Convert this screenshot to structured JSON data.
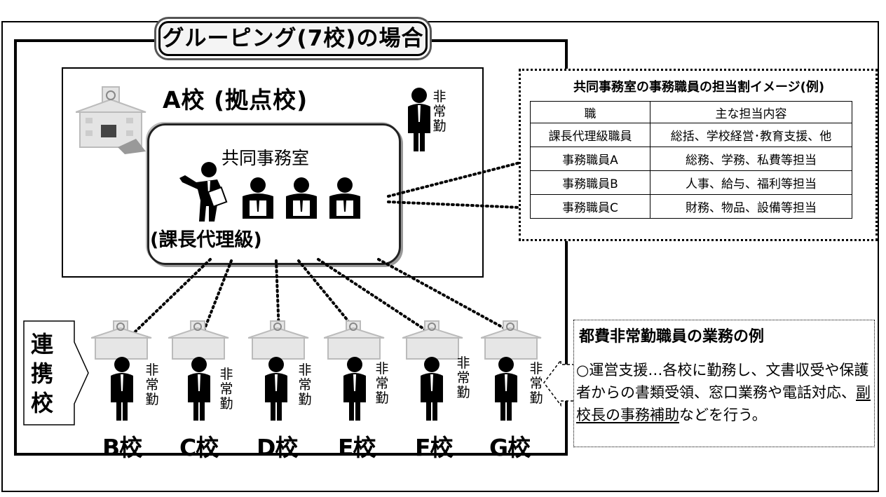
{
  "title": "グルーピング(7校)の場合",
  "hub": {
    "name": "A校",
    "role": "(拠点校)",
    "office_title": "共同事務室",
    "office_rank": "(課長代理級)",
    "part_time_label": "非常勤"
  },
  "role_table": {
    "caption": "共同事務室の事務職員の担当割イメージ(例)",
    "headers": [
      "職",
      "主な担当内容"
    ],
    "rows": [
      [
        "課長代理級職員",
        "総括、学校経営･教育支援、他"
      ],
      [
        "事務職員A",
        "総務、学務、私費等担当"
      ],
      [
        "事務職員B",
        "人事、給与、福利等担当"
      ],
      [
        "事務職員C",
        "財務、物品、設備等担当"
      ]
    ]
  },
  "linked_label": "連携校",
  "schools": [
    {
      "name": "B校",
      "part_time_label": "非常勤"
    },
    {
      "name": "C校",
      "part_time_label": "非常勤"
    },
    {
      "name": "D校",
      "part_time_label": "非常勤"
    },
    {
      "name": "E校",
      "part_time_label": "非常勤"
    },
    {
      "name": "F校",
      "part_time_label": "非常勤"
    },
    {
      "name": "G校",
      "part_time_label": "非常勤"
    }
  ],
  "part_time_info": {
    "title": "都費非常勤職員の業務の例",
    "body_prefix": "○運営支援…各校に勤務し、文書収受や保護者からの書類受領、窓口業務や電話対応、",
    "body_emphasis": "副校長の事務補助",
    "body_suffix": "などを行う。"
  },
  "icons": {
    "school_building": "school-building-icon",
    "staff_person": "staff-person-icon",
    "presenter": "presenter-icon",
    "desk_worker": "desk-worker-icon"
  }
}
